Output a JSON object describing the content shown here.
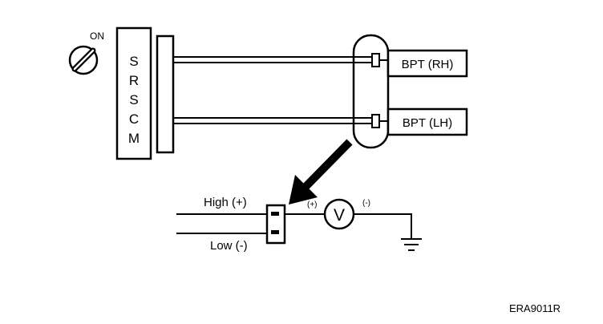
{
  "ignition": {
    "label": "ON"
  },
  "module": {
    "letters": [
      "S",
      "R",
      "S",
      "C",
      "M"
    ]
  },
  "connectors": {
    "rh_label": "BPT (RH)",
    "lh_label": "BPT (LH)"
  },
  "probe": {
    "high_label": "High (+)",
    "low_label": "Low (-)"
  },
  "meter": {
    "symbol": "V",
    "plus_label": "(+)",
    "minus_label": "(-)"
  },
  "figure_code": "ERA9011R"
}
